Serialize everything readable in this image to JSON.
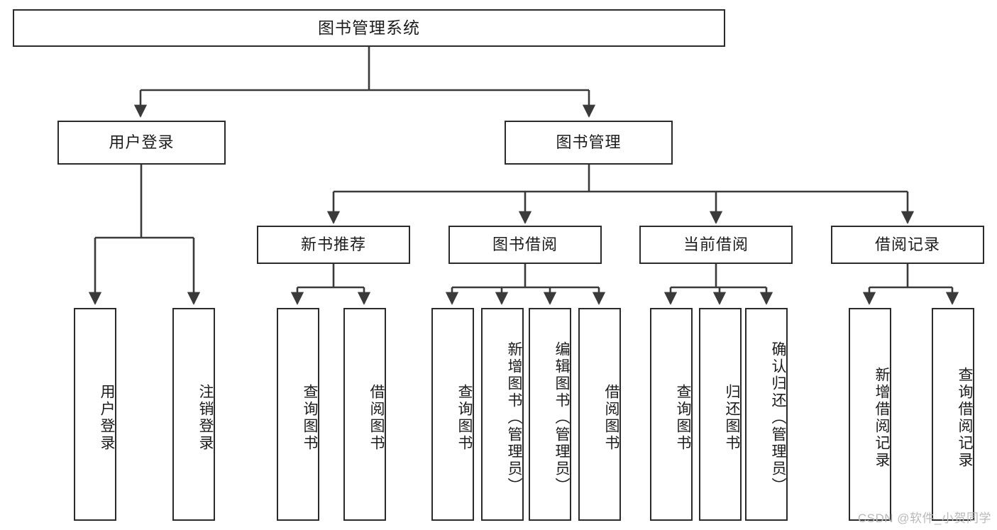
{
  "diagram": {
    "title": "图书管理系统",
    "watermark": "CSDN @软件_小贺同学",
    "colors": {
      "box_border": "#2b2b2b",
      "box_fill": "#ffffff",
      "edge": "#3a3a3a",
      "text": "#1c1c1c",
      "watermark": "#b9b9b9",
      "background": "#ffffff"
    },
    "nodes": {
      "root": {
        "label": "图书管理系统"
      },
      "level1": [
        {
          "id": "user-login",
          "label": "用户登录"
        },
        {
          "id": "book-manage",
          "label": "图书管理"
        }
      ],
      "level2": [
        {
          "id": "new-book-recommend",
          "label": "新书推荐"
        },
        {
          "id": "book-borrow",
          "label": "图书借阅"
        },
        {
          "id": "current-borrow",
          "label": "当前借阅"
        },
        {
          "id": "borrow-record",
          "label": "借阅记录"
        }
      ],
      "leaves": [
        {
          "id": "leaf-user-login",
          "label": "用户登录",
          "parent": "user-login"
        },
        {
          "id": "leaf-user-logout",
          "label": "注销登录",
          "parent": "user-login"
        },
        {
          "id": "leaf-query-book-1",
          "label": "查询图书",
          "parent": "new-book-recommend"
        },
        {
          "id": "leaf-borrow-book-1",
          "label": "借阅图书",
          "parent": "new-book-recommend"
        },
        {
          "id": "leaf-query-book-2",
          "label": "查询图书",
          "parent": "book-borrow"
        },
        {
          "id": "leaf-add-book",
          "label": "新增图书（管理员）",
          "parent": "book-borrow"
        },
        {
          "id": "leaf-edit-book",
          "label": "编辑图书（管理员）",
          "parent": "book-borrow"
        },
        {
          "id": "leaf-borrow-book-2",
          "label": "借阅图书",
          "parent": "book-borrow"
        },
        {
          "id": "leaf-query-book-3",
          "label": "查询图书",
          "parent": "current-borrow"
        },
        {
          "id": "leaf-return-book",
          "label": "归还图书",
          "parent": "current-borrow"
        },
        {
          "id": "leaf-confirm-return",
          "label": "确认归还（管理员）",
          "parent": "current-borrow"
        },
        {
          "id": "leaf-add-record",
          "label": "新增借阅记录",
          "parent": "borrow-record"
        },
        {
          "id": "leaf-query-record",
          "label": "查询借阅记录",
          "parent": "borrow-record"
        }
      ]
    }
  }
}
